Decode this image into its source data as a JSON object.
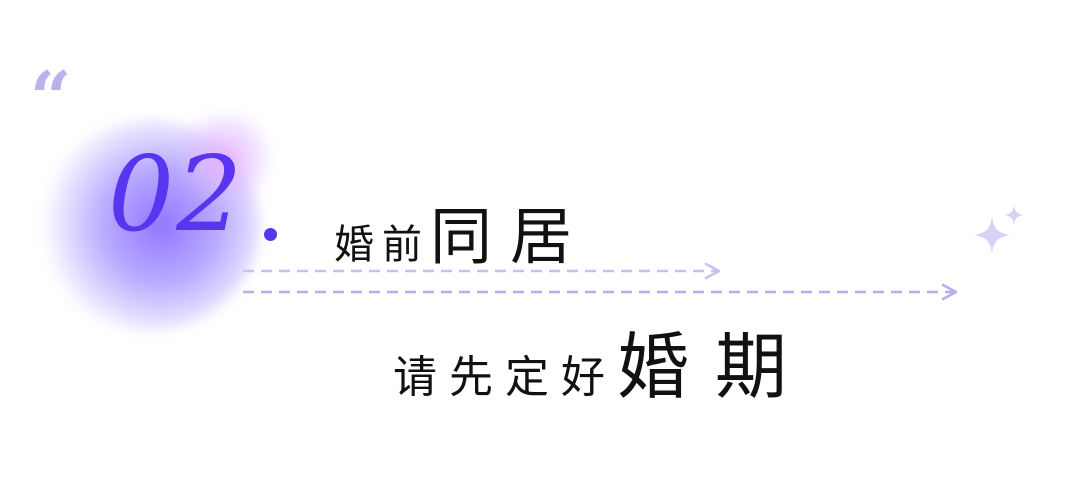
{
  "decor": {
    "quote_glyph": "“",
    "sparkle_icon": "sparkle-icon",
    "arrow_icon": "dashed-arrow-icon"
  },
  "section": {
    "number": "02",
    "dot": ".",
    "heading_part1": "婚前",
    "heading_part2": "同居",
    "subheading_part1": "请先定好",
    "subheading_part2": "婚期"
  },
  "colors": {
    "accent": "#5a35f0",
    "accent_light": "#b9b2ee",
    "glow": "#9a82ff",
    "text": "#111111",
    "background": "#ffffff"
  }
}
